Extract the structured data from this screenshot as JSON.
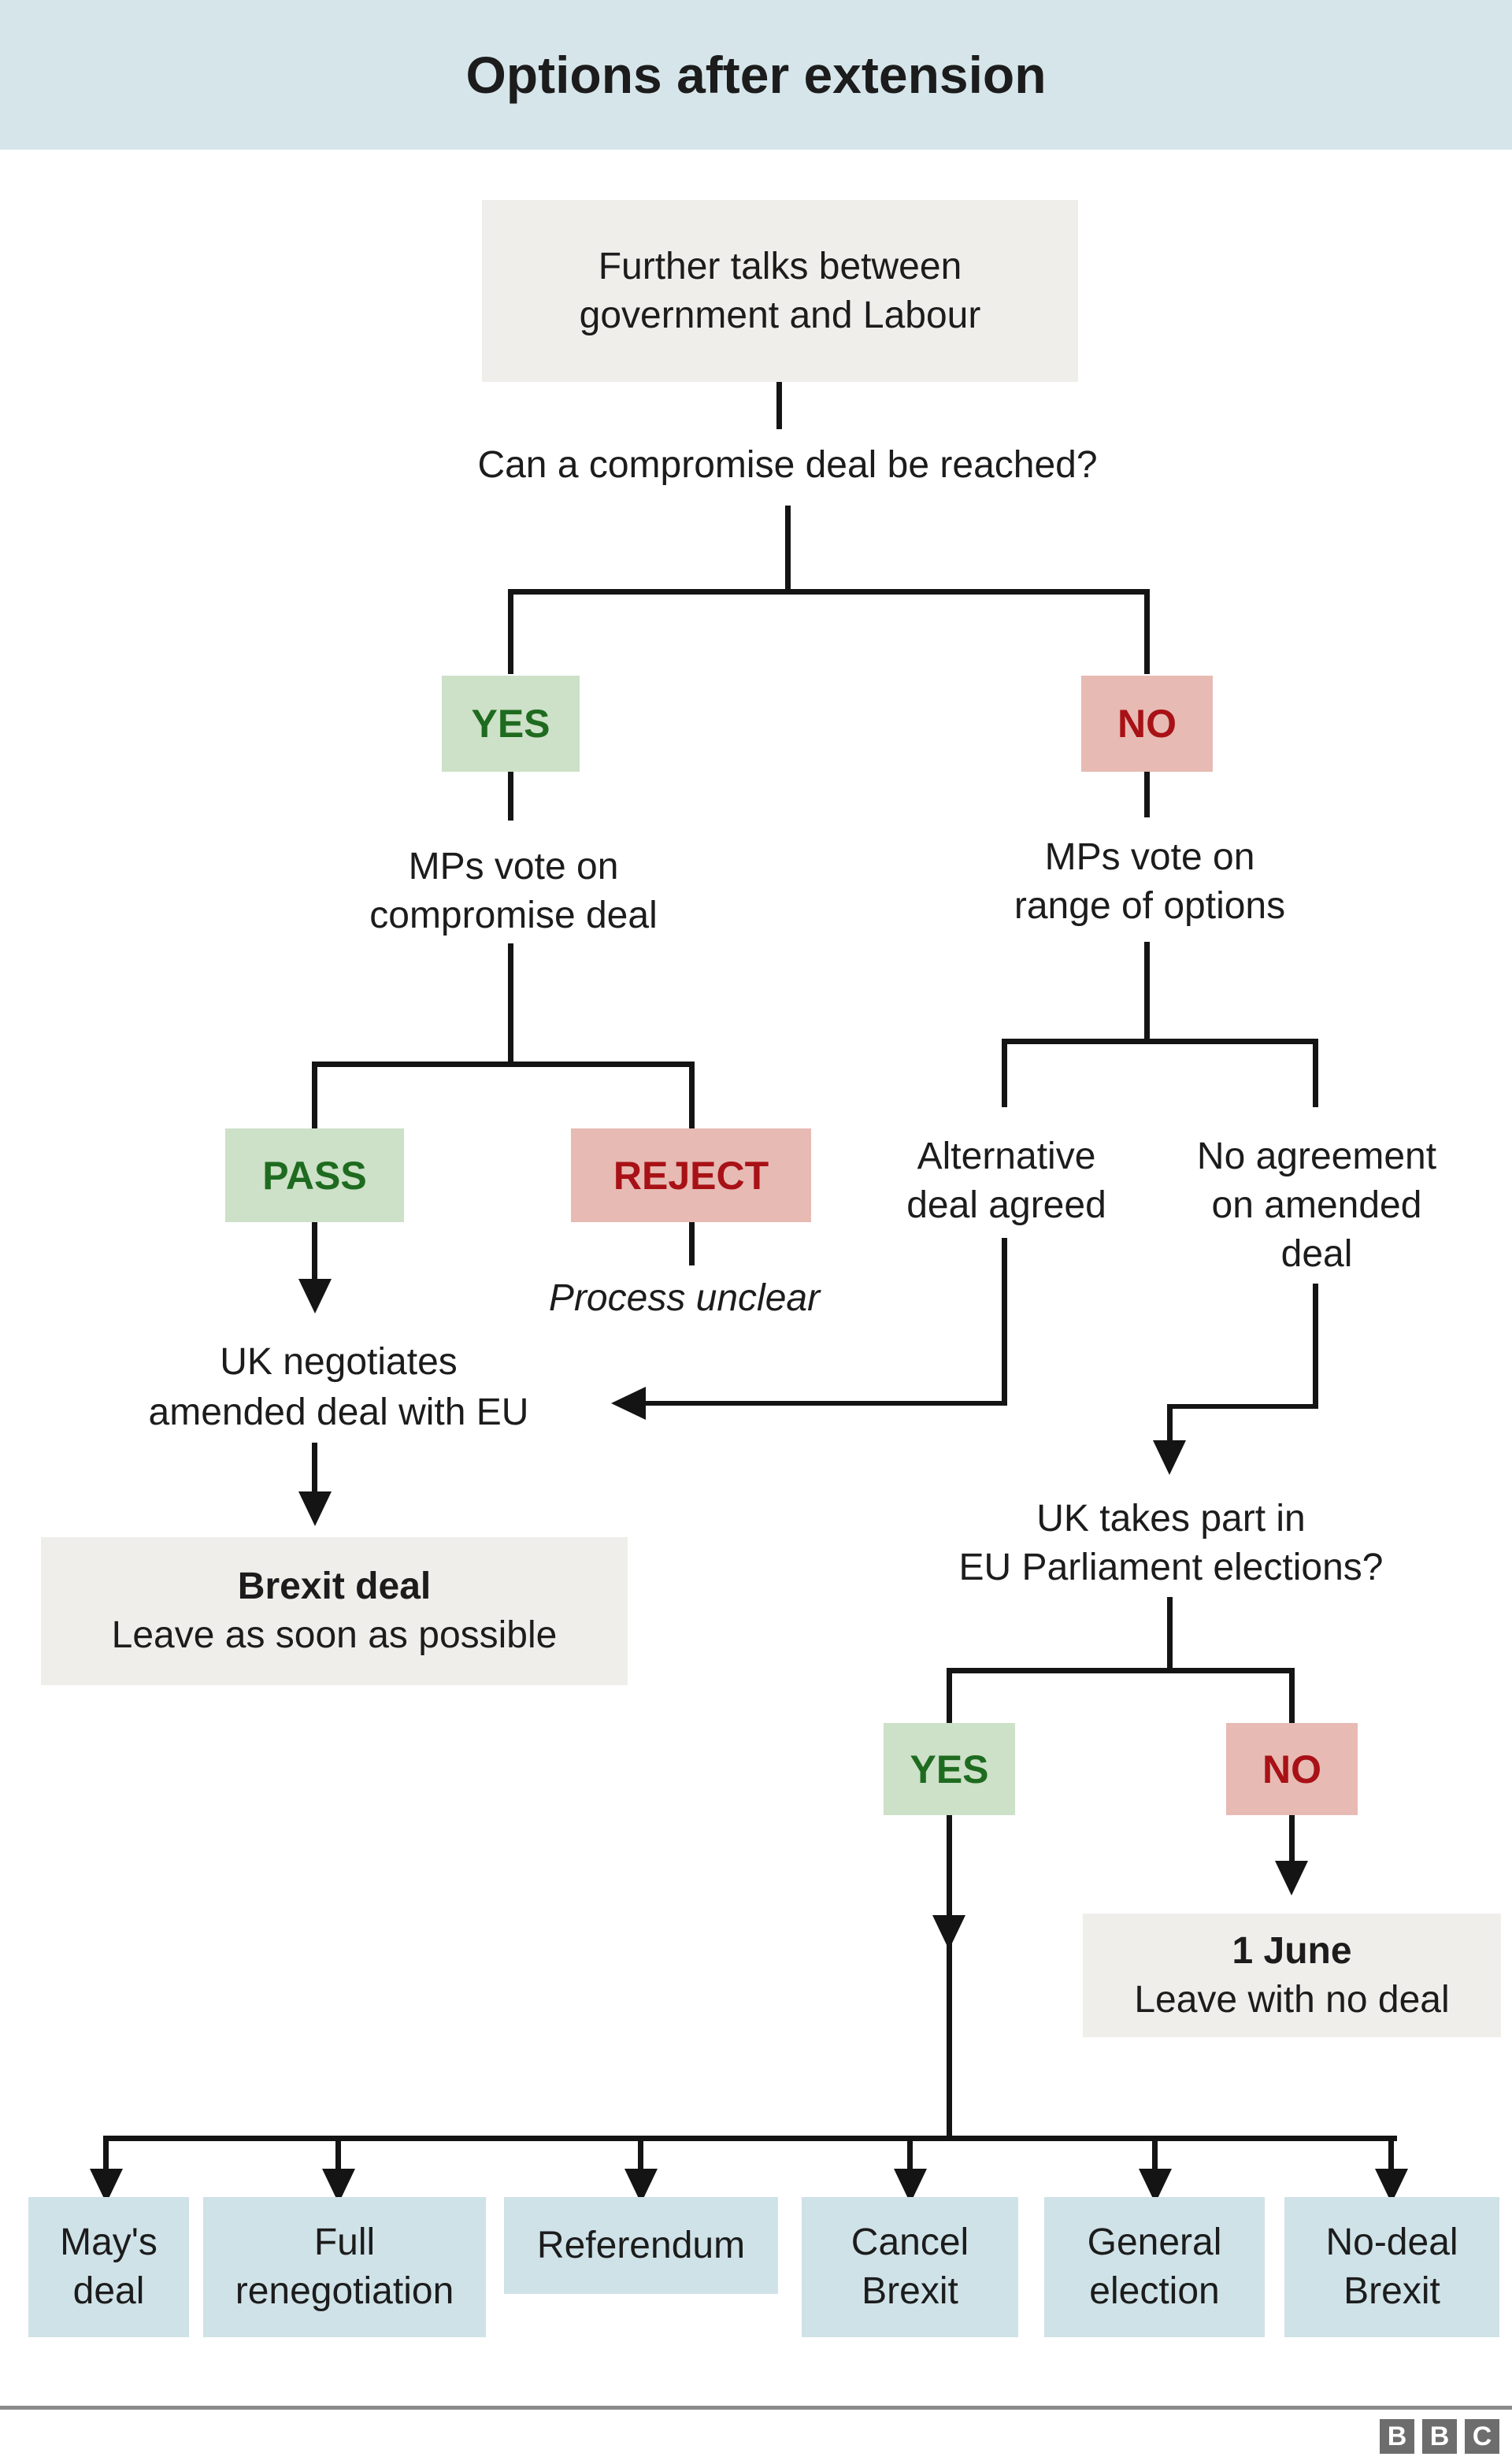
{
  "title": "Options after extension",
  "flow": {
    "further_talks": "Further talks between\ngovernment and Labour",
    "q_compromise": "Can a compromise deal be reached?",
    "yes1": "YES",
    "no1": "NO",
    "mps_compromise": "MPs vote on\ncompromise deal",
    "mps_options": "MPs vote on\nrange of options",
    "pass": "PASS",
    "reject": "REJECT",
    "alt_deal": "Alternative\ndeal agreed",
    "no_agreement": "No agreement\non amended\ndeal",
    "process_unclear": "Process unclear",
    "uk_negotiates": "UK negotiates\namended deal with EU",
    "brexit_deal_title": "Brexit deal",
    "brexit_deal_sub": "Leave as soon as possible",
    "q_elections": "UK takes part in\nEU Parliament elections?",
    "yes2": "YES",
    "no2": "NO",
    "june_title": "1 June",
    "june_sub": "Leave with no deal",
    "outcomes": [
      "May's\ndeal",
      "Full\nrenegotiation",
      "Referendum",
      "Cancel\nBrexit",
      "General\nelection",
      "No-deal\nBrexit"
    ]
  },
  "footer": {
    "logo_letters": [
      "B",
      "B",
      "C"
    ]
  },
  "colors": {
    "header_bg": "#d6e5ea",
    "box_gray": "#efeeea",
    "green_bg": "#cde0c8",
    "green_text": "#1e6b1f",
    "red_bg": "#e7bab4",
    "red_text": "#a81116",
    "blue_bg": "#cfe2e8",
    "line": "#141414",
    "divider": "#8a8a8a",
    "bbc_gray": "#6d6d6d"
  }
}
